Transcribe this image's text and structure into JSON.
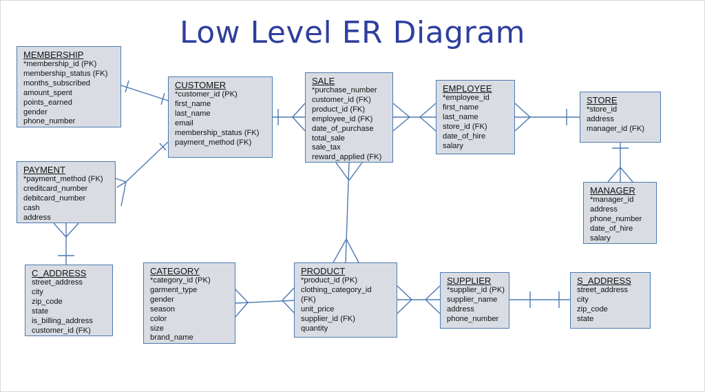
{
  "title": "Low Level ER Diagram",
  "entities": {
    "membership": {
      "name": "MEMBERSHIP",
      "attributes": [
        "*membership_id (PK)",
        "membership_status (FK)",
        "months_subscribed",
        "amount_spent",
        "points_earned",
        "gender",
        "phone_number"
      ]
    },
    "payment": {
      "name": "PAYMENT",
      "attributes": [
        "*payment_method (FK)",
        "creditcard_number",
        "debitcard_number",
        "cash",
        "address"
      ]
    },
    "c_address": {
      "name": "C_ADDRESS",
      "attributes": [
        "street_address",
        "city",
        "zip_code",
        "state",
        "is_billing_address",
        "customer_id (FK)"
      ]
    },
    "customer": {
      "name": "CUSTOMER",
      "attributes": [
        "*customer_id (PK)",
        "first_name",
        "last_name",
        "email",
        "membership_status (FK)",
        "payment_method (FK)"
      ]
    },
    "sale": {
      "name": "SALE",
      "attributes": [
        "*purchase_number",
        "customer_id (FK)",
        "product_id (FK)",
        "employee_id (FK)",
        "date_of_purchase",
        "total_sale",
        "sale_tax",
        "reward_applied (FK)"
      ]
    },
    "employee": {
      "name": "EMPLOYEE",
      "attributes": [
        "*employee_id",
        "first_name",
        "last_name",
        "store_id (FK)",
        "date_of_hire",
        "salary"
      ]
    },
    "store": {
      "name": "STORE",
      "attributes": [
        "*store_id",
        "address",
        "manager_id (FK)"
      ]
    },
    "manager": {
      "name": "MANAGER",
      "attributes": [
        "*manager_id",
        "address",
        "phone_number",
        "date_of_hire",
        "salary"
      ]
    },
    "category": {
      "name": "CATEGORY",
      "attributes": [
        "*category_id (PK)",
        "garment_type",
        "gender",
        "season",
        "color",
        "size",
        "brand_name"
      ]
    },
    "product": {
      "name": "PRODUCT",
      "attributes": [
        "*product_id (PK)",
        "clothing_category_id",
        "(FK)",
        "unit_price",
        "supplier_id (FK)",
        "quantity"
      ]
    },
    "supplier": {
      "name": "SUPPLIER",
      "attributes": [
        "*supplier_id (PK)",
        "supplier_name",
        "address",
        "phone_number"
      ]
    },
    "s_address": {
      "name": "S_ADDRESS",
      "attributes": [
        "street_address",
        "city",
        "zip_code",
        "state"
      ]
    }
  },
  "relationships": [
    {
      "from": "MEMBERSHIP",
      "to": "CUSTOMER",
      "from_end": "one",
      "to_end": "one"
    },
    {
      "from": "PAYMENT",
      "to": "CUSTOMER",
      "from_end": "many",
      "to_end": "one"
    },
    {
      "from": "PAYMENT",
      "to": "C_ADDRESS",
      "from_end": "many",
      "to_end": "one"
    },
    {
      "from": "CUSTOMER",
      "to": "SALE",
      "from_end": "one",
      "to_end": "many"
    },
    {
      "from": "SALE",
      "to": "EMPLOYEE",
      "from_end": "many",
      "to_end": "many"
    },
    {
      "from": "EMPLOYEE",
      "to": "STORE",
      "from_end": "many",
      "to_end": "one"
    },
    {
      "from": "STORE",
      "to": "MANAGER",
      "from_end": "one",
      "to_end": "many"
    },
    {
      "from": "SALE",
      "to": "PRODUCT",
      "from_end": "many",
      "to_end": "many"
    },
    {
      "from": "CATEGORY",
      "to": "PRODUCT",
      "from_end": "many",
      "to_end": "many"
    },
    {
      "from": "PRODUCT",
      "to": "SUPPLIER",
      "from_end": "many",
      "to_end": "many"
    },
    {
      "from": "SUPPLIER",
      "to": "S_ADDRESS",
      "from_end": "one",
      "to_end": "one"
    }
  ],
  "colors": {
    "title": "#2f3f9e",
    "line": "#4a78b0",
    "entity_fill": "#d9dde3"
  }
}
